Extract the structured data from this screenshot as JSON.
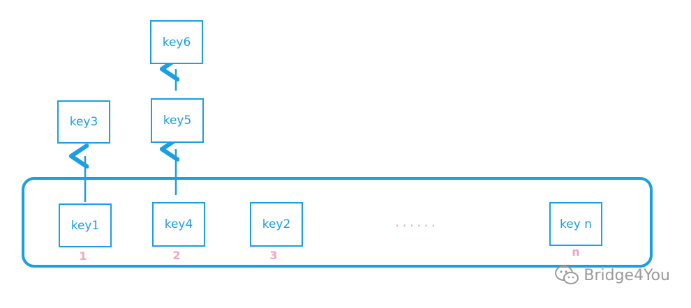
{
  "diagram": {
    "bucket_keys": [
      "key1",
      "key4",
      "key2",
      "key n"
    ],
    "bucket_indices": [
      "1",
      "2",
      "3",
      "n"
    ],
    "ellipsis": "......",
    "chain_keys": [
      "key3",
      "key5",
      "key6"
    ]
  },
  "watermark": {
    "text": "Bridge4You",
    "icon": "wechat-icon"
  },
  "colors": {
    "accent": "#1a9ee6",
    "index": "#f6a2c2",
    "watermark": "#9a9a9a"
  }
}
